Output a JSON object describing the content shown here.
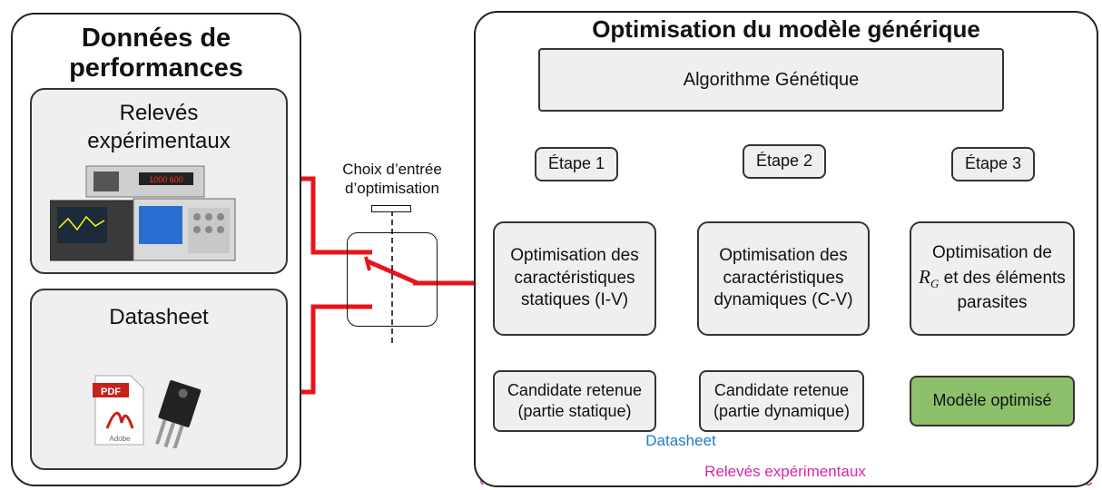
{
  "left_panel": {
    "title_line1": "Données de",
    "title_line2": "performances",
    "box_experimental": {
      "line1": "Relevés",
      "line2": "expérimentaux"
    },
    "box_datasheet": {
      "label": "Datasheet"
    },
    "pdf_icon_text": "PDF",
    "pdf_brand_text": "Adobe",
    "instrument_readout": "1000 600"
  },
  "switch": {
    "caption_line1": "Choix d’entrée",
    "caption_line2": "d’optimisation"
  },
  "right_panel": {
    "title": "Optimisation du modèle générique",
    "algorithm": "Algorithme Génétique",
    "steps": [
      "Étape 1",
      "Étape 2",
      "Étape 3"
    ],
    "opt1": [
      "Optimisation des",
      "caractéristiques",
      "statiques (I-V)"
    ],
    "opt2": [
      "Optimisation des",
      "caractéristiques",
      "dynamiques (C-V)"
    ],
    "opt3": {
      "line1": "Optimisation de",
      "symbol": "R",
      "subscript": "G",
      "line2_rest": " et des éléments",
      "line3": "parasites"
    },
    "cand1": [
      "Candidate retenue",
      "(partie statique)"
    ],
    "cand2": [
      "Candidate retenue",
      "(partie dynamique)"
    ],
    "final": "Modèle optimisé",
    "region_datasheet": "Datasheet",
    "region_experimental": "Relevés expérimentaux"
  },
  "colors": {
    "arrow": "#e8141c",
    "datasheet_region": "#1f7bc8",
    "experimental_region": "#d22aa8",
    "box_fill": "#efefef",
    "final_fill": "#8dc06a"
  }
}
